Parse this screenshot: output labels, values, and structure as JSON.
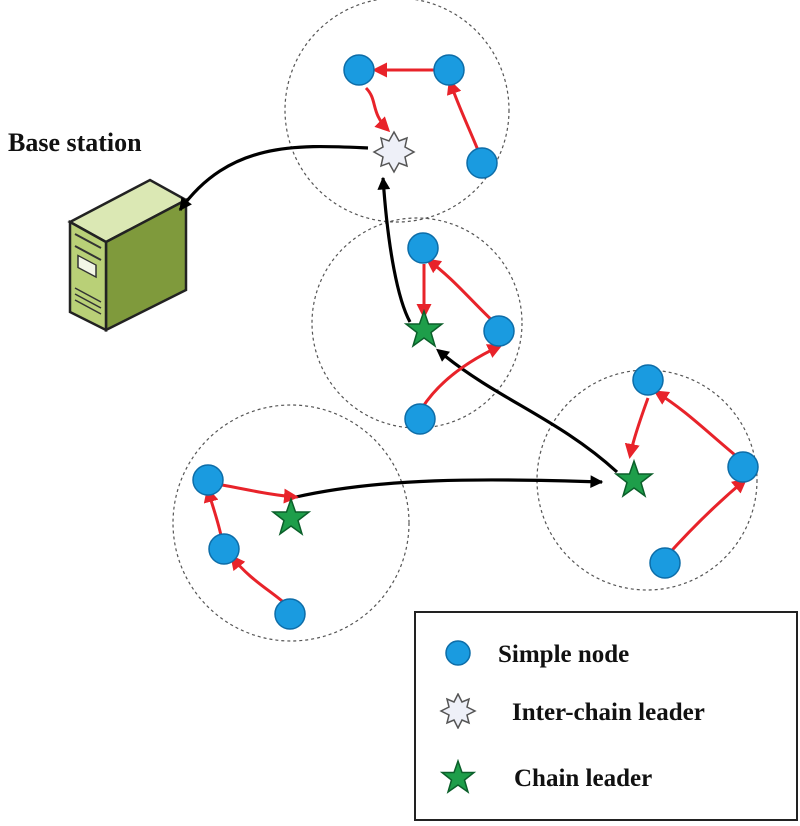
{
  "labels": {
    "base_station": "Base station"
  },
  "legend": {
    "simple_node": "Simple node",
    "inter_chain_leader": "Inter-chain leader",
    "chain_leader": "Chain leader"
  },
  "colors": {
    "node_fill": "#1a9be0",
    "node_stroke": "#0b6fb0",
    "chain_leader_fill": "#1e9e4a",
    "inter_chain_leader_fill": "#eef0f8",
    "intra_chain_arrow": "#e8232a",
    "inter_chain_arrow": "#000000",
    "server_body": "#a9c46a"
  },
  "icons": {
    "base_station": "server-tower-icon",
    "simple_node": "circle",
    "chain_leader": "five-point-star",
    "inter_chain_leader": "eight-point-star"
  }
}
